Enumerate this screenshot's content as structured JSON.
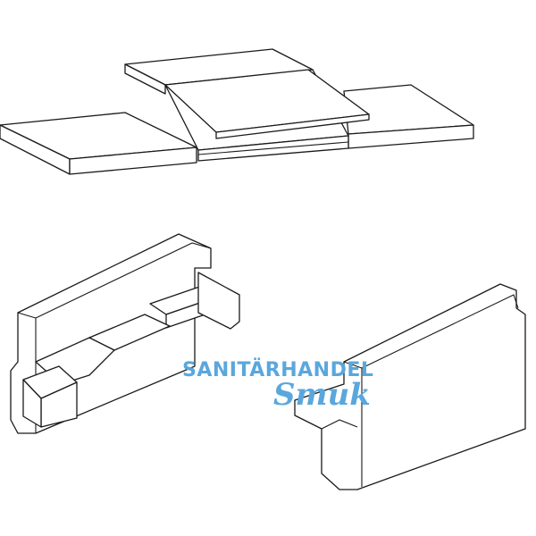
{
  "watermark": {
    "line1": "SANITÄRHANDEL",
    "line2": "Smuk",
    "color": "#5aa7dd"
  },
  "drawing": {
    "stroke_color": "#1a1a1a",
    "parts": [
      "assembled-end-caps",
      "end-cap-left",
      "end-cap-right"
    ]
  }
}
